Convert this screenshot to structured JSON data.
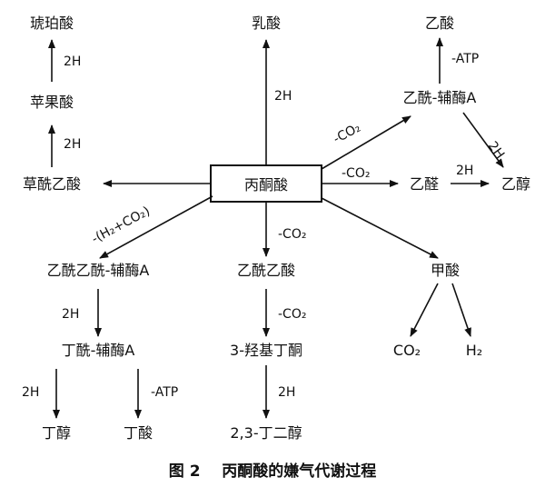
{
  "nodes": {
    "pyruvate": "丙酮酸",
    "succinate": "琥珀酸",
    "malate": "苹果酸",
    "oxaloacetate": "草酰乙酸",
    "lactate": "乳酸",
    "acetate": "乙酸",
    "acetyl_coa": "乙酰-辅酶A",
    "acetaldehyde": "乙醛",
    "ethanol": "乙醇",
    "acetoacetyl_coa": "乙酰乙酰-辅酶A",
    "acetolactate": "乙酰乙酸",
    "formate": "甲酸",
    "butyryl_coa": "丁酰-辅酶A",
    "acetoin": "3-羟基丁酮",
    "co2": "CO₂",
    "h2": "H₂",
    "butanol": "丁醇",
    "butyrate": "丁酸",
    "butanediol": "2,3-丁二醇"
  },
  "labels": {
    "succ_malate": "2H",
    "malate_oxal": "2H",
    "lactate": "2H",
    "acetyl_to_acetate": "-ATP",
    "acetyl_to_ethanol": "2H",
    "to_acetyl": "-CO₂",
    "to_acetald": "-CO₂",
    "acetald_ethanol": "2H",
    "to_acetoacetyl": "-(H₂+CO₂)",
    "to_acetolact": "-CO₂",
    "acetoacetyl_butyryl": "2H",
    "acetolact_acetoin": "-CO₂",
    "butyryl_butanol": "2H",
    "butyryl_butyrate": "-ATP",
    "acetoin_diol": "2H"
  },
  "caption": "图 2    丙酮酸的嫌气代谢过程"
}
